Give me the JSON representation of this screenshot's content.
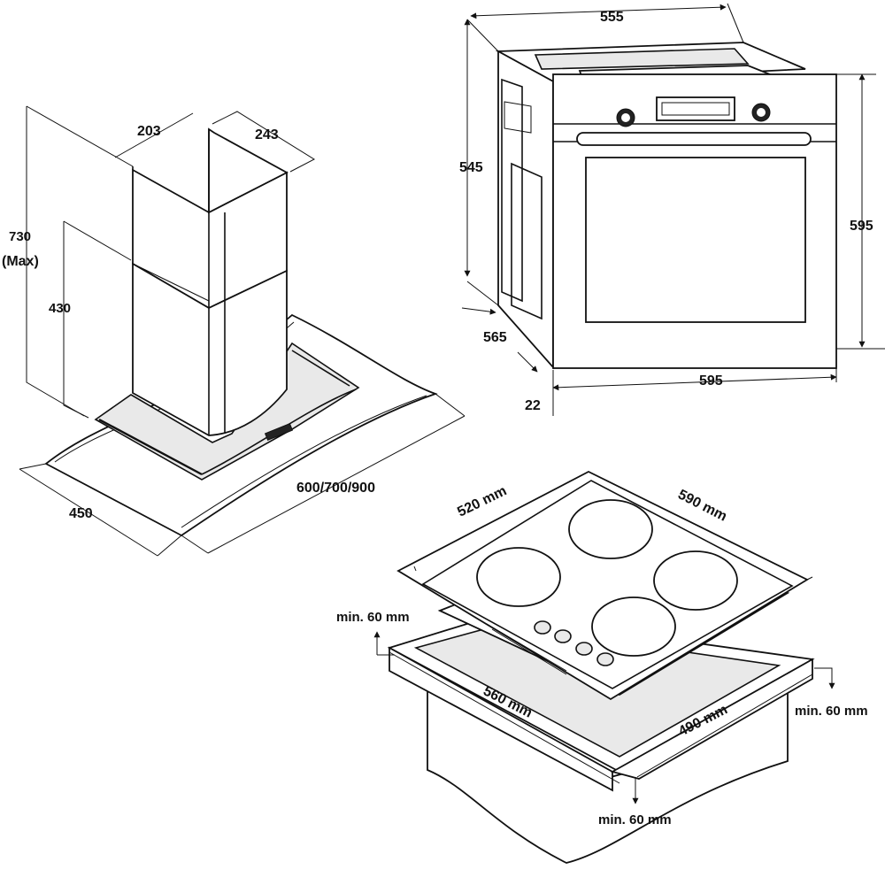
{
  "hood": {
    "height_max": "730",
    "height_max_note": "(Max)",
    "height_min": "430",
    "chimney_width": "203",
    "chimney_depth": "243",
    "depth": "450",
    "widths": "600/700/900"
  },
  "oven": {
    "body_width": "555",
    "body_height": "545",
    "front_height": "595",
    "body_depth": "565",
    "front_width": "595",
    "door_thickness": "22"
  },
  "hob": {
    "glass_depth": "520 mm",
    "glass_width": "590 mm",
    "cutout_width": "560 mm",
    "cutout_depth": "490 mm",
    "clearance_left": "min. 60 mm",
    "clearance_right": "min. 60 mm",
    "clearance_bottom": "min. 60 mm"
  }
}
